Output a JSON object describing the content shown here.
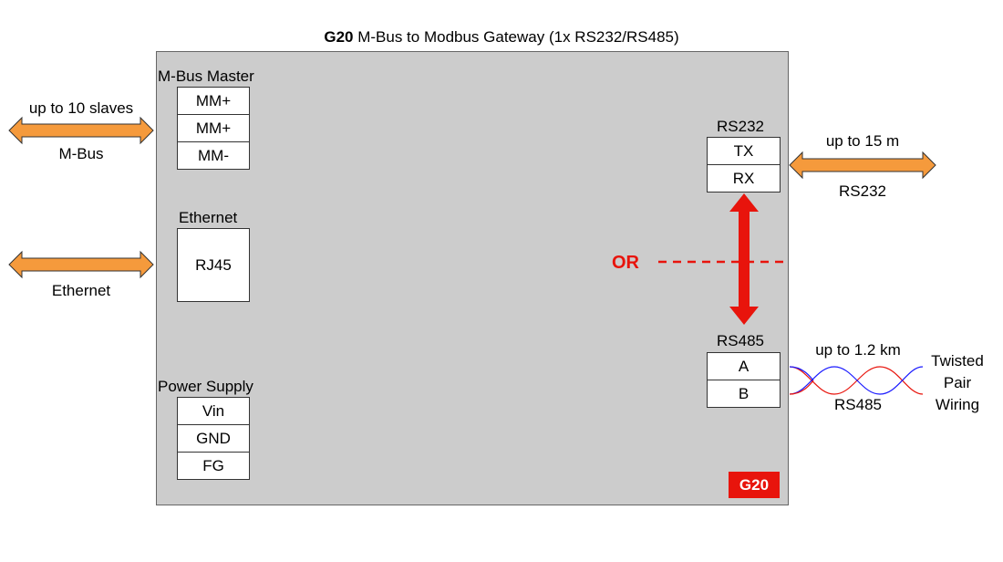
{
  "title": {
    "bold": "G20",
    "rest": " M-Bus to Modbus Gateway (1x RS232/RS485)"
  },
  "badge": "G20",
  "mbus": {
    "header": "M-Bus Master",
    "terminals": [
      "MM+",
      "MM+",
      "MM-"
    ],
    "arrow_top": "up to 10 slaves",
    "arrow_bottom": "M-Bus"
  },
  "ethernet": {
    "header": "Ethernet",
    "port": "RJ45",
    "arrow_bottom": "Ethernet"
  },
  "power": {
    "header": "Power Supply",
    "terminals": [
      "Vin",
      "GND",
      "FG"
    ]
  },
  "rs232": {
    "header": "RS232",
    "terminals": [
      "TX",
      "RX"
    ],
    "arrow_top": "up to 15 m",
    "arrow_bottom": "RS232"
  },
  "rs485": {
    "header": "RS485",
    "terminals": [
      "A",
      "B"
    ],
    "cable_top": "up to 1.2 km",
    "cable_bottom": "RS485",
    "wiring_label": [
      "Twisted",
      "Pair",
      "Wiring"
    ]
  },
  "or_label": "OR",
  "colors": {
    "arrow_fill": "#f59a3c",
    "arrow_stroke": "#333333",
    "red": "#e8140c",
    "box": "#cccccc",
    "wire_red": "#e8140c",
    "wire_blue": "#1a1aff"
  }
}
